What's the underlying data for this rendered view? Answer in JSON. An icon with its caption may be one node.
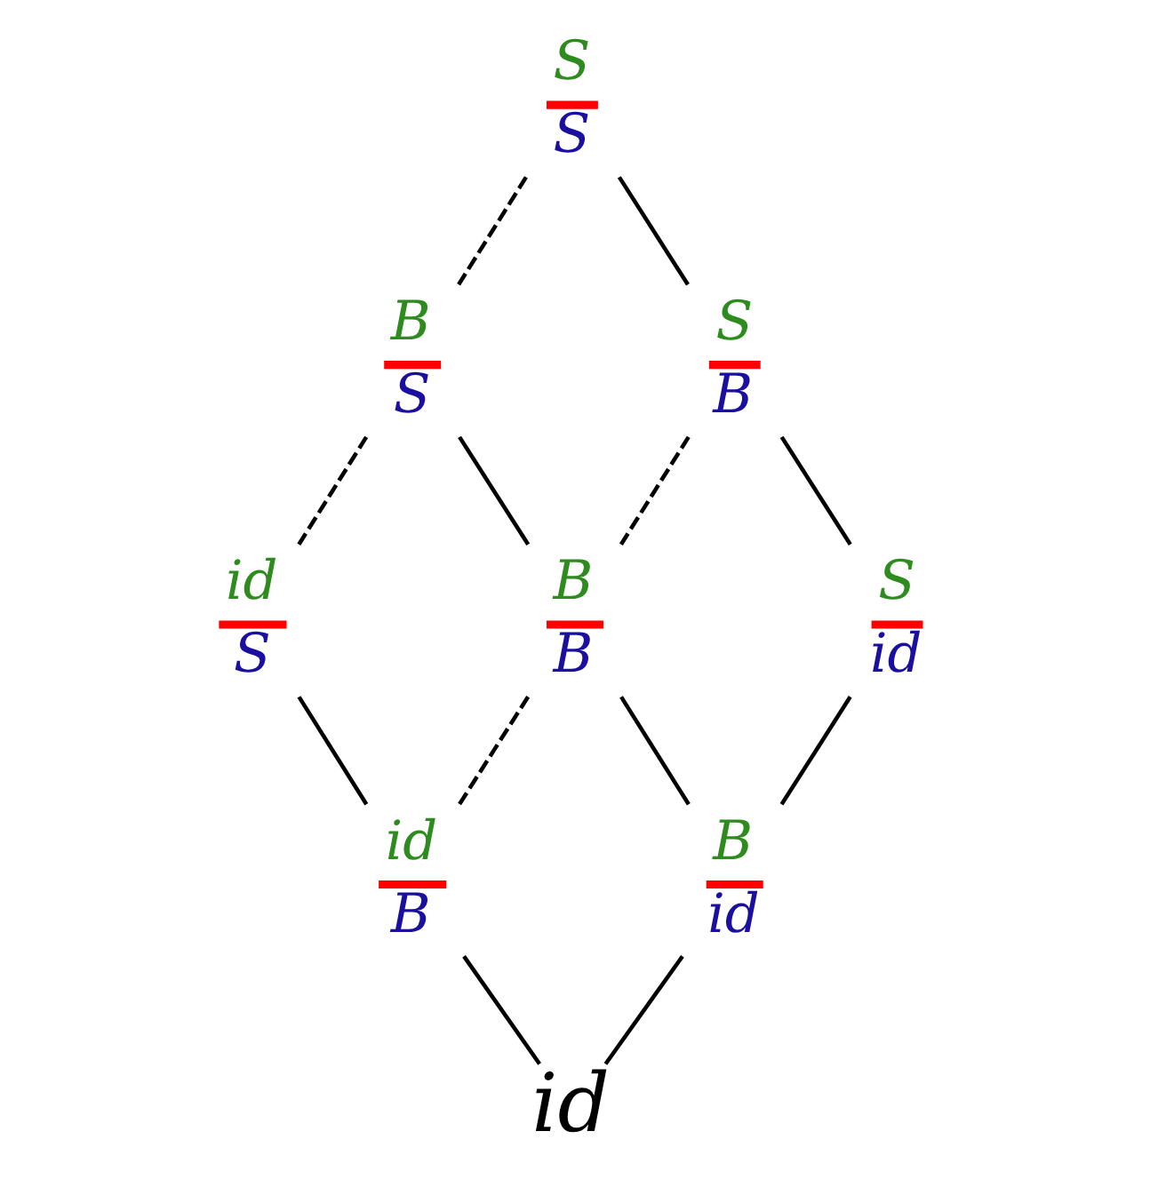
{
  "diagram": {
    "nodes": [
      {
        "text": [
          "S",
          "S"
        ]
      },
      {
        "text": [
          "B",
          "S"
        ]
      },
      {
        "text": [
          "S",
          "B"
        ]
      },
      {
        "text": [
          "id",
          "S"
        ]
      },
      {
        "text": [
          "B",
          "B"
        ]
      },
      {
        "text": [
          "S",
          "id"
        ]
      },
      {
        "text": [
          "id",
          "B"
        ]
      },
      {
        "text": [
          "B",
          "id"
        ]
      },
      {
        "text": [
          "id"
        ]
      }
    ],
    "edges": [
      {
        "from": 0,
        "to": 1,
        "arrow": "none",
        "style": "dashed"
      },
      {
        "from": 0,
        "to": 2,
        "arrow": "none"
      },
      {
        "from": 1,
        "to": 3,
        "arrow": "none",
        "style": "dashed"
      },
      {
        "from": 1,
        "to": 4,
        "arrow": "none"
      },
      {
        "from": 2,
        "to": 4,
        "arrow": "none",
        "style": "dashed"
      },
      {
        "from": 2,
        "to": 5,
        "arrow": "none"
      },
      {
        "from": 3,
        "to": 6,
        "arrow": "none"
      },
      {
        "from": 4,
        "to": 6,
        "arrow": "none",
        "style": "dashed"
      },
      {
        "from": 4,
        "to": 7,
        "arrow": "none"
      },
      {
        "from": 5,
        "to": 7,
        "arrow": "none"
      },
      {
        "from": 6,
        "to": 8,
        "arrow": "none"
      },
      {
        "from": 7,
        "to": 8,
        "arrow": "none"
      }
    ]
  }
}
